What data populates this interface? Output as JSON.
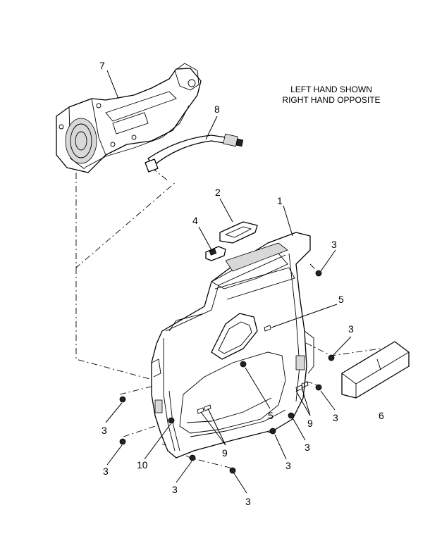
{
  "note": {
    "line1": "LEFT HAND SHOWN",
    "line2": "RIGHT HAND OPPOSITE"
  },
  "callouts": {
    "item1": "1",
    "item2": "2",
    "item3": "3",
    "item4": "4",
    "item5": "5",
    "item6": "6",
    "item7": "7",
    "item8": "8",
    "item9": "9",
    "item10": "10"
  }
}
